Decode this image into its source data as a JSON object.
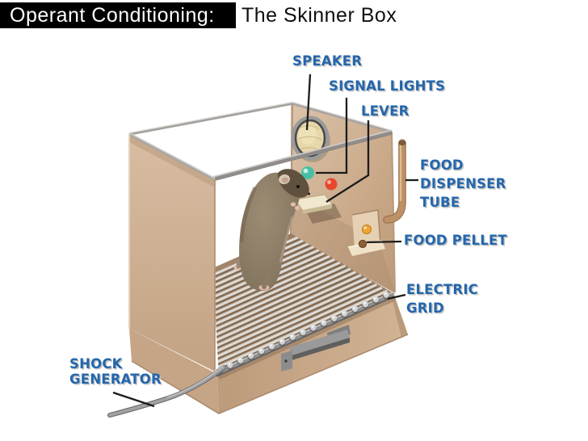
{
  "title": {
    "highlight_text": "Operant Conditioning:",
    "rest_text": "The Skinner Box"
  },
  "labels": {
    "speaker": "SPEAKER",
    "signal_lights": "SIGNAL LIGHTS",
    "lever": "LEVER",
    "food_dispenser_tube_lines": [
      "FOOD",
      "DISPENSER",
      "TUBE"
    ],
    "food_pellet": "FOOD PELLET",
    "electric_grid_lines": [
      "ELECTRIC",
      "GRID"
    ],
    "shock_generator_lines": [
      "SHOCK",
      "GENERATOR"
    ]
  },
  "colors": {
    "label_blue": "#2466AC",
    "title_bar_bg": "#000000",
    "title_bar_fg": "#FFFFFF",
    "wall_tan": "#CDAD8D",
    "metal_gray": "#9A9A9A",
    "signal_light_green": "#45C0A6",
    "signal_light_red": "#E8472B",
    "pellet_yellow": "#F0A732",
    "pellet_brown": "#8F5E35",
    "tube_tan": "#BE9066"
  }
}
